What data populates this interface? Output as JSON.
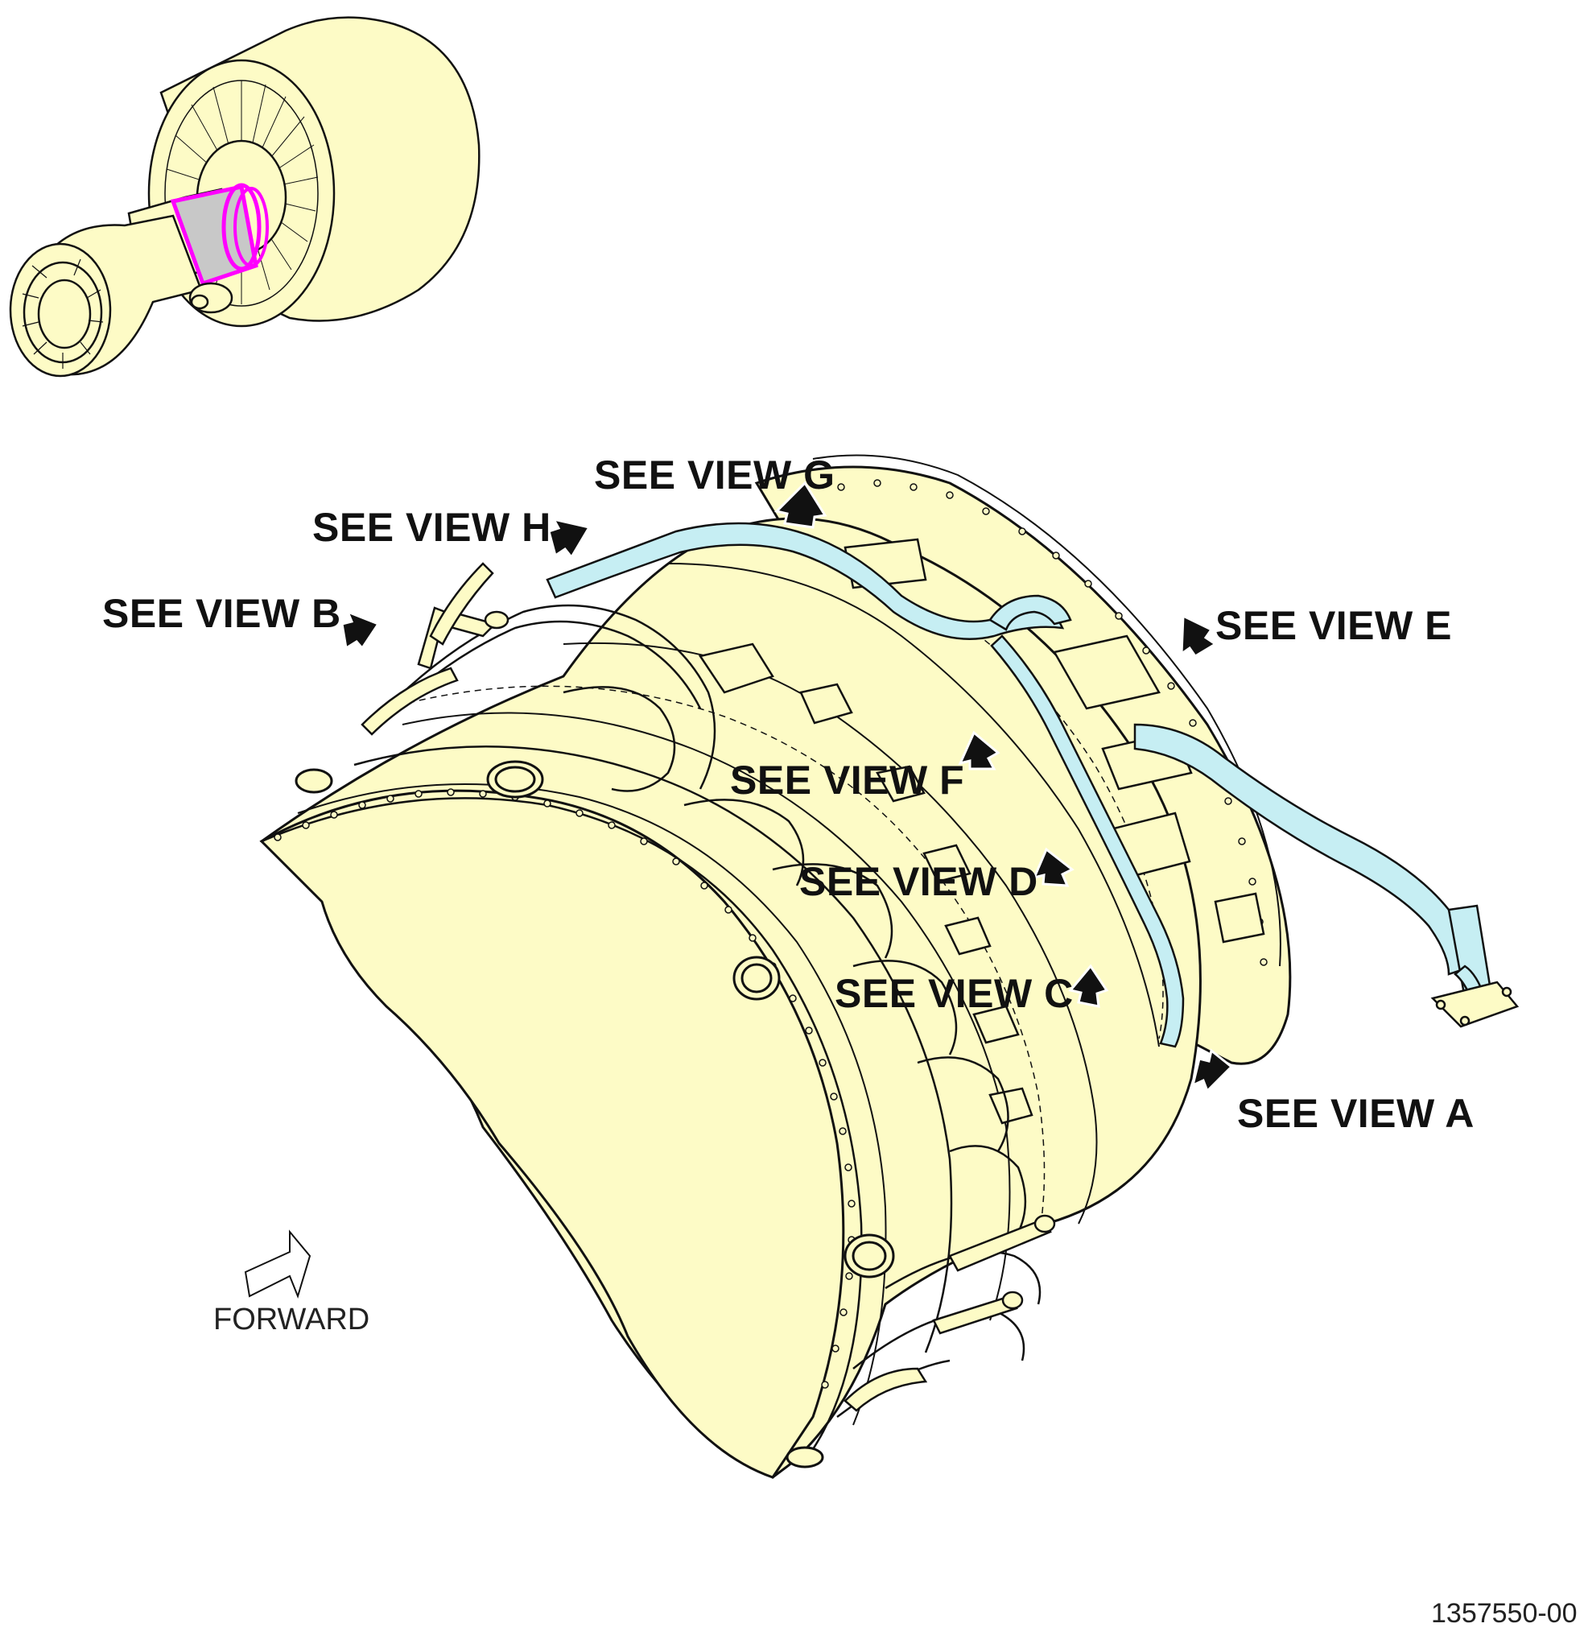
{
  "callouts": {
    "view_g": "SEE VIEW G",
    "view_h": "SEE VIEW H",
    "view_b": "SEE VIEW B",
    "view_e": "SEE VIEW E",
    "view_f": "SEE VIEW F",
    "view_d": "SEE VIEW D",
    "view_c": "SEE VIEW C",
    "view_a": "SEE VIEW A"
  },
  "forward_label": "FORWARD",
  "document_number": "1357550-00",
  "colors": {
    "engine_fill": "#fdfbc6",
    "highlight": "#ff00ff",
    "highlight_fill": "#c8c8c8",
    "tube": "#c6eef3",
    "ink": "#111111"
  }
}
